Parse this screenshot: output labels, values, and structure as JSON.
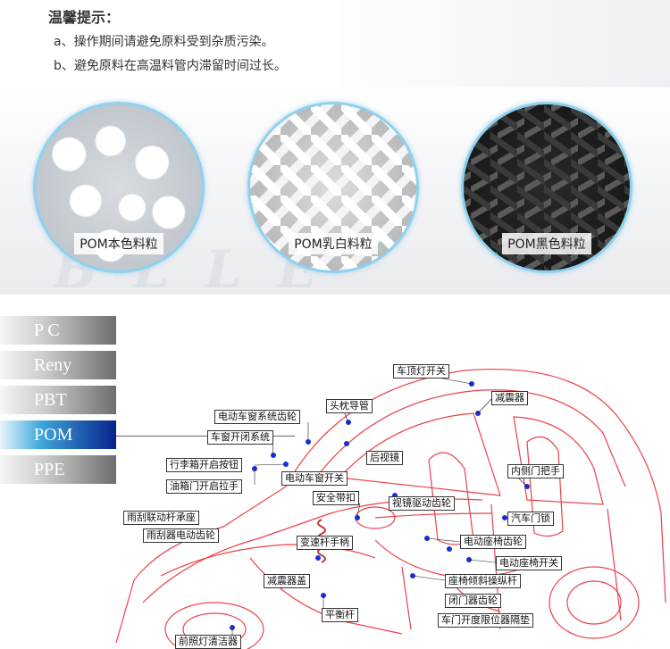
{
  "notice": {
    "title": "温馨提示：",
    "lines": [
      "a、操作期间请避免原料受到杂质污染。",
      "b、避免原料在高温料管内滞留时间过长。"
    ]
  },
  "pellets": [
    {
      "label": "POM本色料粒"
    },
    {
      "label": "POM乳白料粒"
    },
    {
      "label": "POM黑色料粒"
    }
  ],
  "tabs": [
    {
      "label": "P  C",
      "active": false
    },
    {
      "label": "Reny",
      "active": false
    },
    {
      "label": "PBT",
      "active": false
    },
    {
      "label": "POM",
      "active": true
    },
    {
      "label": "PPE",
      "active": false
    }
  ],
  "colors": {
    "accent_active": "#0a2a8e",
    "car_outline": "#e8202a",
    "callout_dot": "#1a2fd8"
  },
  "callouts": [
    "车顶灯开关",
    "减震器",
    "头枕导管",
    "电动车窗系统齿轮",
    "车窗开闭系统",
    "后视镜",
    "行李箱开启按钮",
    "电动车窗开关",
    "内侧门把手",
    "油箱门开启拉手",
    "安全带扣",
    "视镜驱动齿轮",
    "汽车门锁",
    "雨刮联动杆承座",
    "电动座椅齿轮",
    "雨刮器电动齿轮",
    "变速杆手柄",
    "电动座椅开关",
    "减震器盖",
    "座椅倾斜操纵杆",
    "闭门器齿轮",
    "平衡杆",
    "车门开度限位器隔垫",
    "前照灯清洁器"
  ]
}
